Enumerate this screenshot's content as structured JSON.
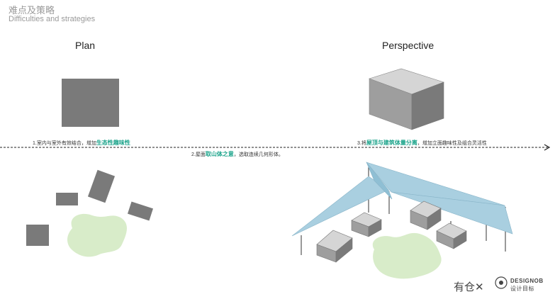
{
  "header": {
    "title_cn": "难点及策略",
    "title_en": "Difficulties and strategies"
  },
  "columns": {
    "plan_title": "Plan",
    "perspective_title": "Perspective"
  },
  "captions": {
    "c1_prefix": "1.室内与室外有效结合，增加",
    "c1_highlight": "生态性趣味性",
    "c2_prefix": "2.屋面",
    "c2_highlight": "取山体之意",
    "c2_suffix": "，选取连续几何形体。",
    "c3_prefix": "3.将",
    "c3_highlight": "屋顶与建筑体量分离",
    "c3_suffix": "，增加立面趣味性及组合灵活性"
  },
  "watermark": {
    "cn": "有仓✕",
    "en_line1": "DESIGNOB",
    "en_line2": "设计目标"
  },
  "colors": {
    "block_gray": "#7a7a7a",
    "roof_blue": "#a9cfe0",
    "landscape_green": "#d8ecc9",
    "highlight_green": "#1aa38a",
    "arrow": "#222222"
  }
}
